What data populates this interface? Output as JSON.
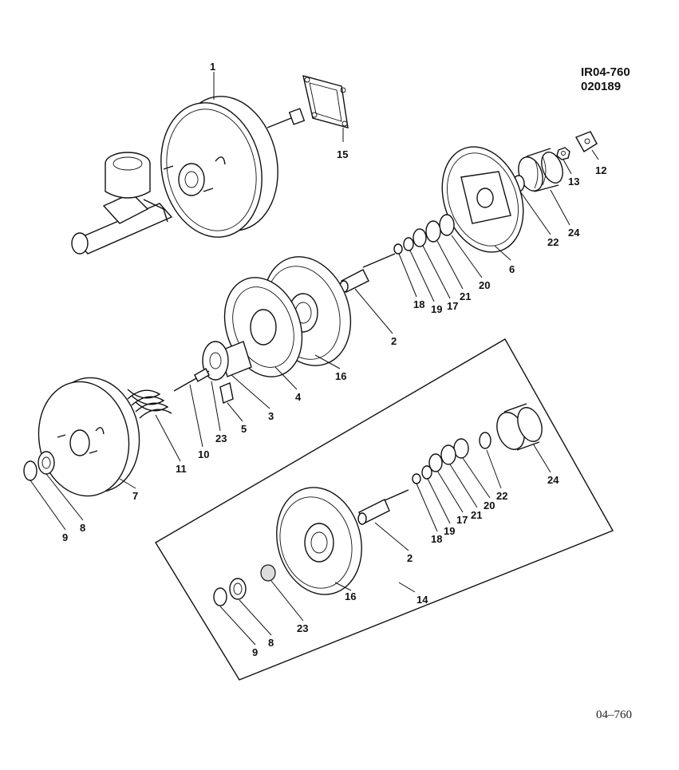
{
  "header": {
    "code_line1": "IR04-760",
    "code_line2": "020189"
  },
  "footer": {
    "figure_ref": "04–760"
  },
  "callouts": {
    "c1": "1",
    "c15": "15",
    "c12": "12",
    "c13": "13",
    "c24a": "24",
    "c22a": "22",
    "c6": "6",
    "c20a": "20",
    "c21a": "21",
    "c17a": "17",
    "c19a": "19",
    "c18a": "18",
    "c2a": "2",
    "c16a": "16",
    "c4": "4",
    "c3": "3",
    "c5": "5",
    "c23a": "23",
    "c10": "10",
    "c11": "11",
    "c7": "7",
    "c8a": "8",
    "c9a": "9",
    "c24b": "24",
    "c22b": "22",
    "c20b": "20",
    "c21b": "21",
    "c17b": "17",
    "c19b": "19",
    "c18b": "18",
    "c2b": "2",
    "c16b": "16",
    "c14": "14",
    "c23b": "23",
    "c8b": "8",
    "c9b": "9"
  }
}
